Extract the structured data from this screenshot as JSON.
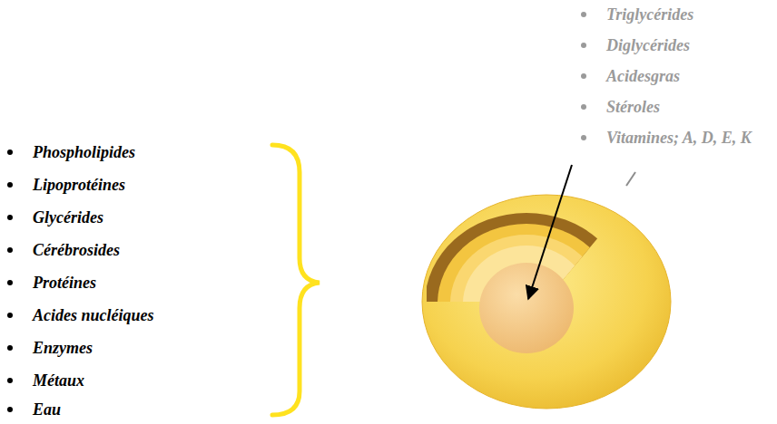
{
  "diagram": {
    "labels": [
      "Triglycérides",
      "Diglycérides",
      "Acidesgras",
      "Stéroles",
      "Vitamines; A, D, E, K",
      "Phospholipides",
      "Lipoprotéines",
      "Glycérides",
      "Cérébrosides",
      "Protéines",
      "Acides nucléiques",
      "Enzymes",
      "Métaux",
      "Eau"
    ]
  }
}
